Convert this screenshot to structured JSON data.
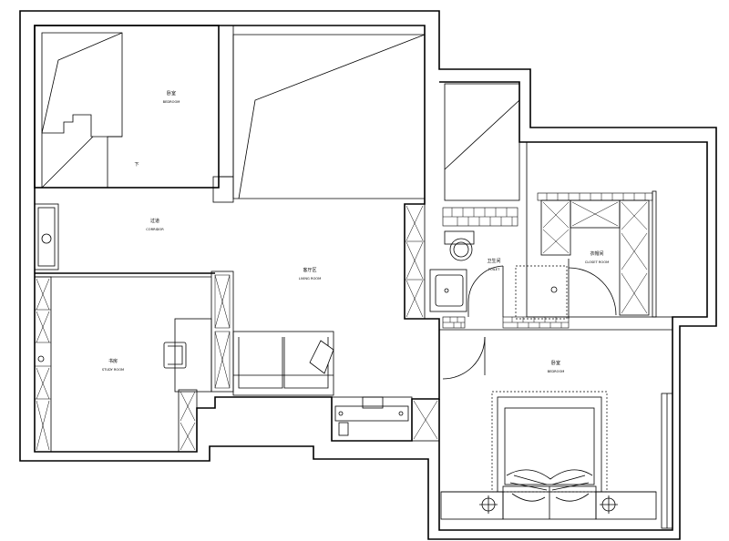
{
  "plan": {
    "rooms": [
      {
        "id": "bedroom-upper",
        "name": "卧室",
        "sub": "BEDROOM"
      },
      {
        "id": "stairs",
        "name": "下",
        "sub": ""
      },
      {
        "id": "hallway",
        "name": "过道",
        "sub": "CORRIDOR"
      },
      {
        "id": "living",
        "name": "客厅区",
        "sub": "LIVING ROOM"
      },
      {
        "id": "study",
        "name": "书房",
        "sub": "STUDY ROOM"
      },
      {
        "id": "bathroom",
        "name": "卫生间",
        "sub": "TOILET"
      },
      {
        "id": "closet",
        "name": "衣帽间",
        "sub": "CLOSET ROOM"
      },
      {
        "id": "master",
        "name": "卧室",
        "sub": "BEDROOM"
      }
    ],
    "colors": {
      "line": "#000000",
      "background": "#ffffff"
    }
  }
}
